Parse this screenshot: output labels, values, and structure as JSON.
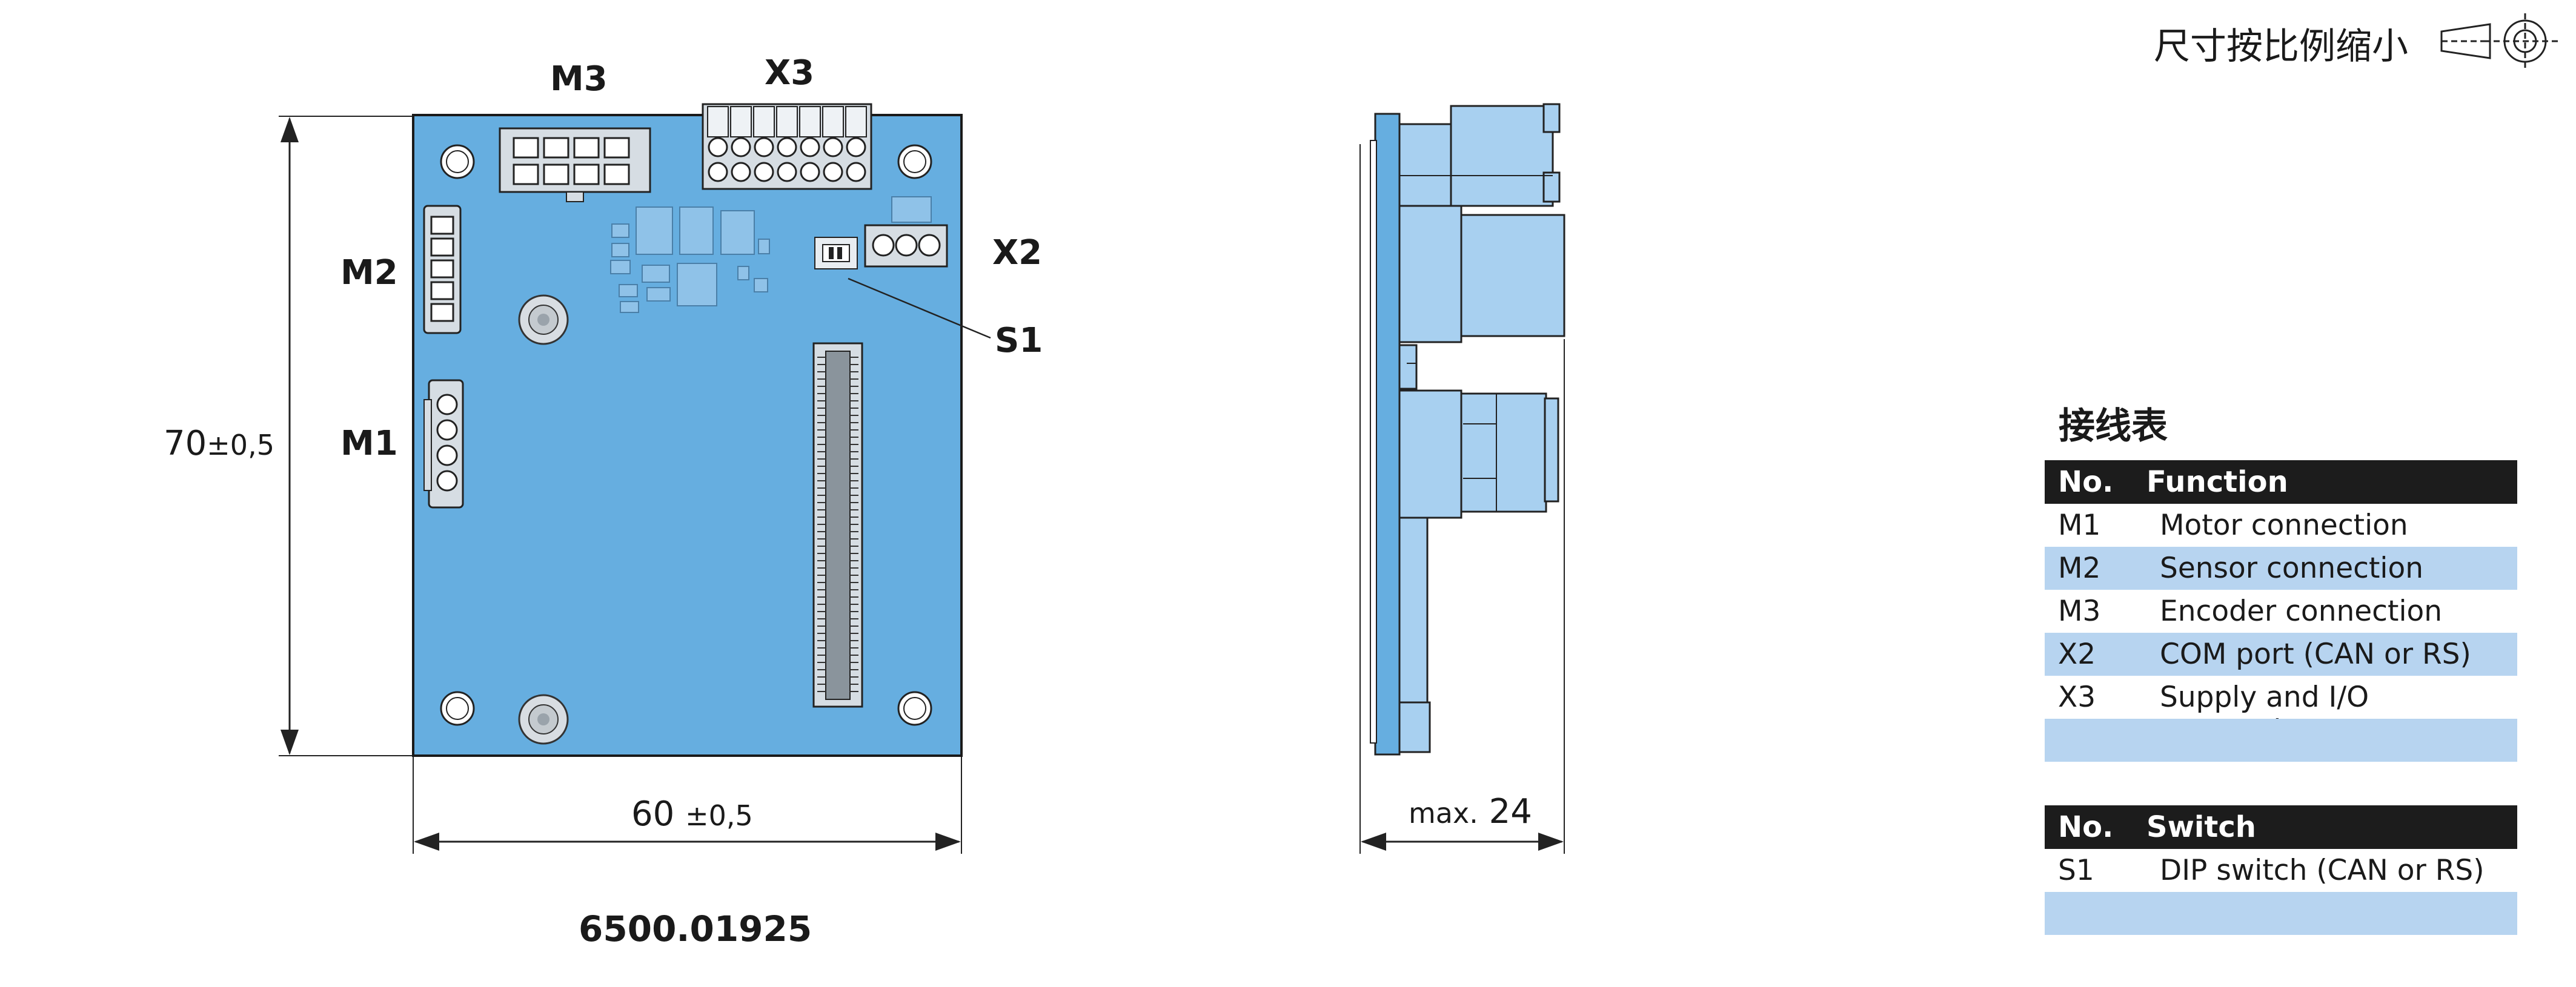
{
  "connector_labels": {
    "m3": "M3",
    "x3": "X3",
    "m2": "M2",
    "m1": "M1",
    "x2": "X2",
    "s1": "S1"
  },
  "dimensions": {
    "height_value": "70",
    "height_tol": "±0,5",
    "width_value": "60",
    "width_tol": "±0,5",
    "depth_prefix": "max.",
    "depth_value": "24"
  },
  "part_number": "6500.01925",
  "scale_note": "尺寸按比例缩小",
  "wiring_table": {
    "title": "接线表",
    "header_no": "No.",
    "header_function": "Function",
    "rows": [
      {
        "no": "M1",
        "function": "Motor connection"
      },
      {
        "no": "M2",
        "function": "Sensor connection"
      },
      {
        "no": "M3",
        "function": "Encoder connection"
      },
      {
        "no": "X2",
        "function": "COM port (CAN or RS)"
      },
      {
        "no": "X3",
        "function": "Supply and I/O connection"
      },
      {
        "no": "",
        "function": ""
      }
    ]
  },
  "switch_table": {
    "header_no": "No.",
    "header_switch": "Switch",
    "rows": [
      {
        "no": "S1",
        "function": "DIP switch (CAN or RS)"
      },
      {
        "no": "",
        "function": ""
      }
    ]
  },
  "colors": {
    "board": "#66aee0",
    "component": "#a8d0f0",
    "table_header": "#1c1c1c",
    "table_alt_row": "#b7d4f0"
  }
}
